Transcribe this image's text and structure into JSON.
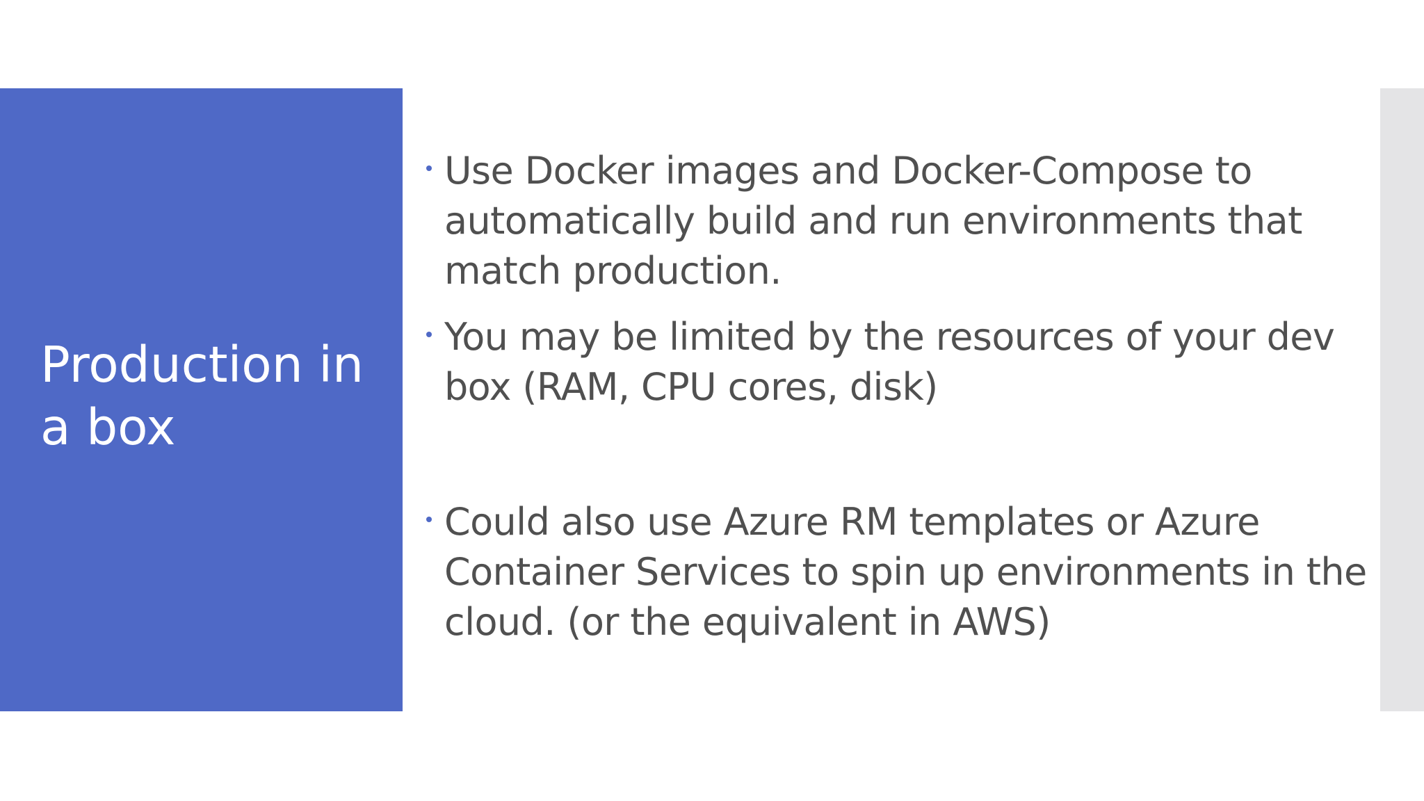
{
  "slide": {
    "title": "Production in a box",
    "bullets": [
      "Use Docker images and Docker-Compose to automatically build and run environments that match production.",
      "You may be limited by the resources of your dev box (RAM, CPU cores, disk)",
      "Could also use Azure RM templates or Azure Container Services to spin up environments in the cloud. (or the equivalent in AWS)"
    ]
  },
  "colors": {
    "title_panel": "#4f69c6",
    "title_text": "#ffffff",
    "body_text": "#505050",
    "bullet_marker": "#4f69c6",
    "right_strip": "#e4e4e6"
  }
}
